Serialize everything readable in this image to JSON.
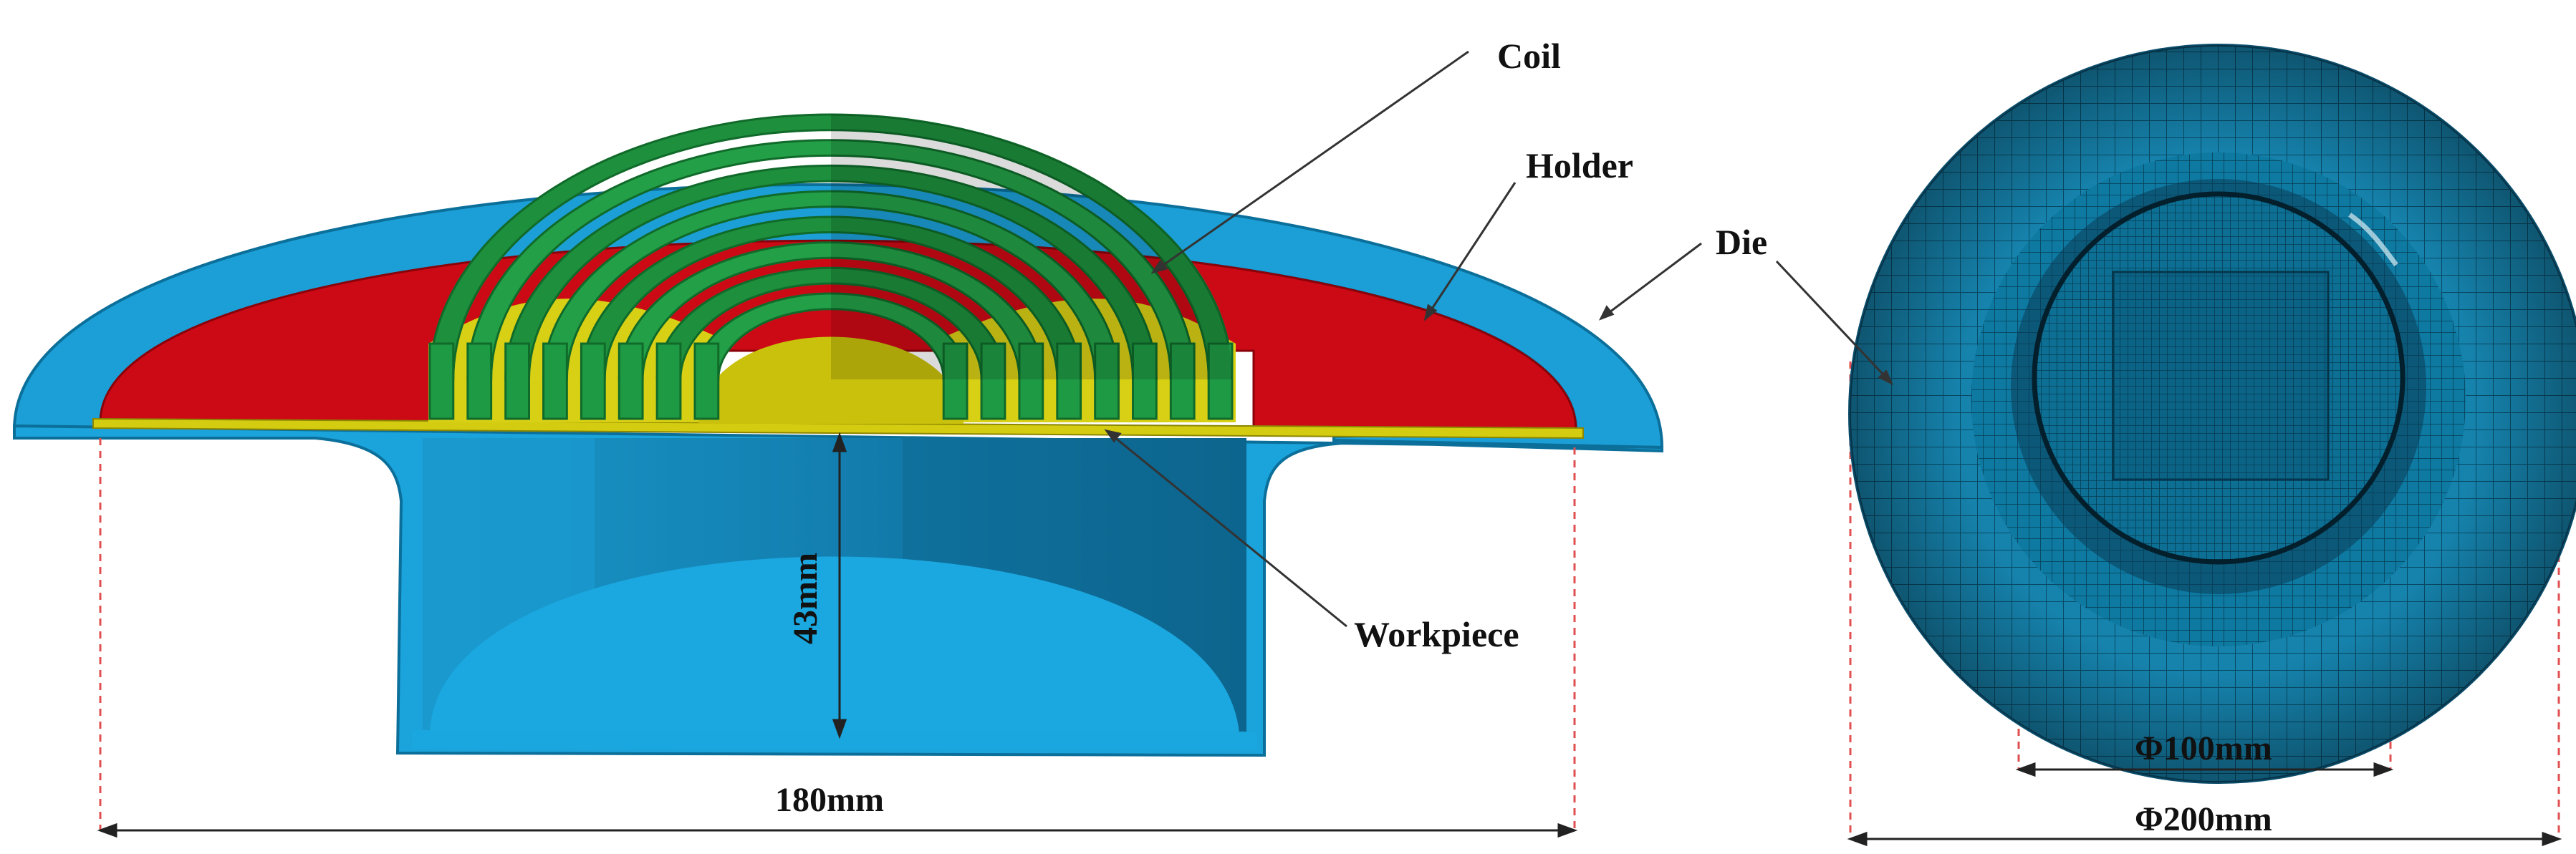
{
  "labels": {
    "coil": "Coil",
    "holder": "Holder",
    "die": "Die",
    "workpiece": "Workpiece"
  },
  "dimensions": {
    "depth": "43mm",
    "width": "180mm",
    "inner_diameter": "Φ100mm",
    "outer_diameter": "Φ200mm"
  },
  "colors": {
    "die": "#1b9fd6",
    "die_dark": "#0f6f98",
    "holder": "#cc0a15",
    "coil": "#1e8f3c",
    "coil_dark": "#106a2a",
    "workpiece": "#d4cc10",
    "mesh": "#0e6a8e",
    "dim_line": "#e05050"
  },
  "coil_turns": 8
}
